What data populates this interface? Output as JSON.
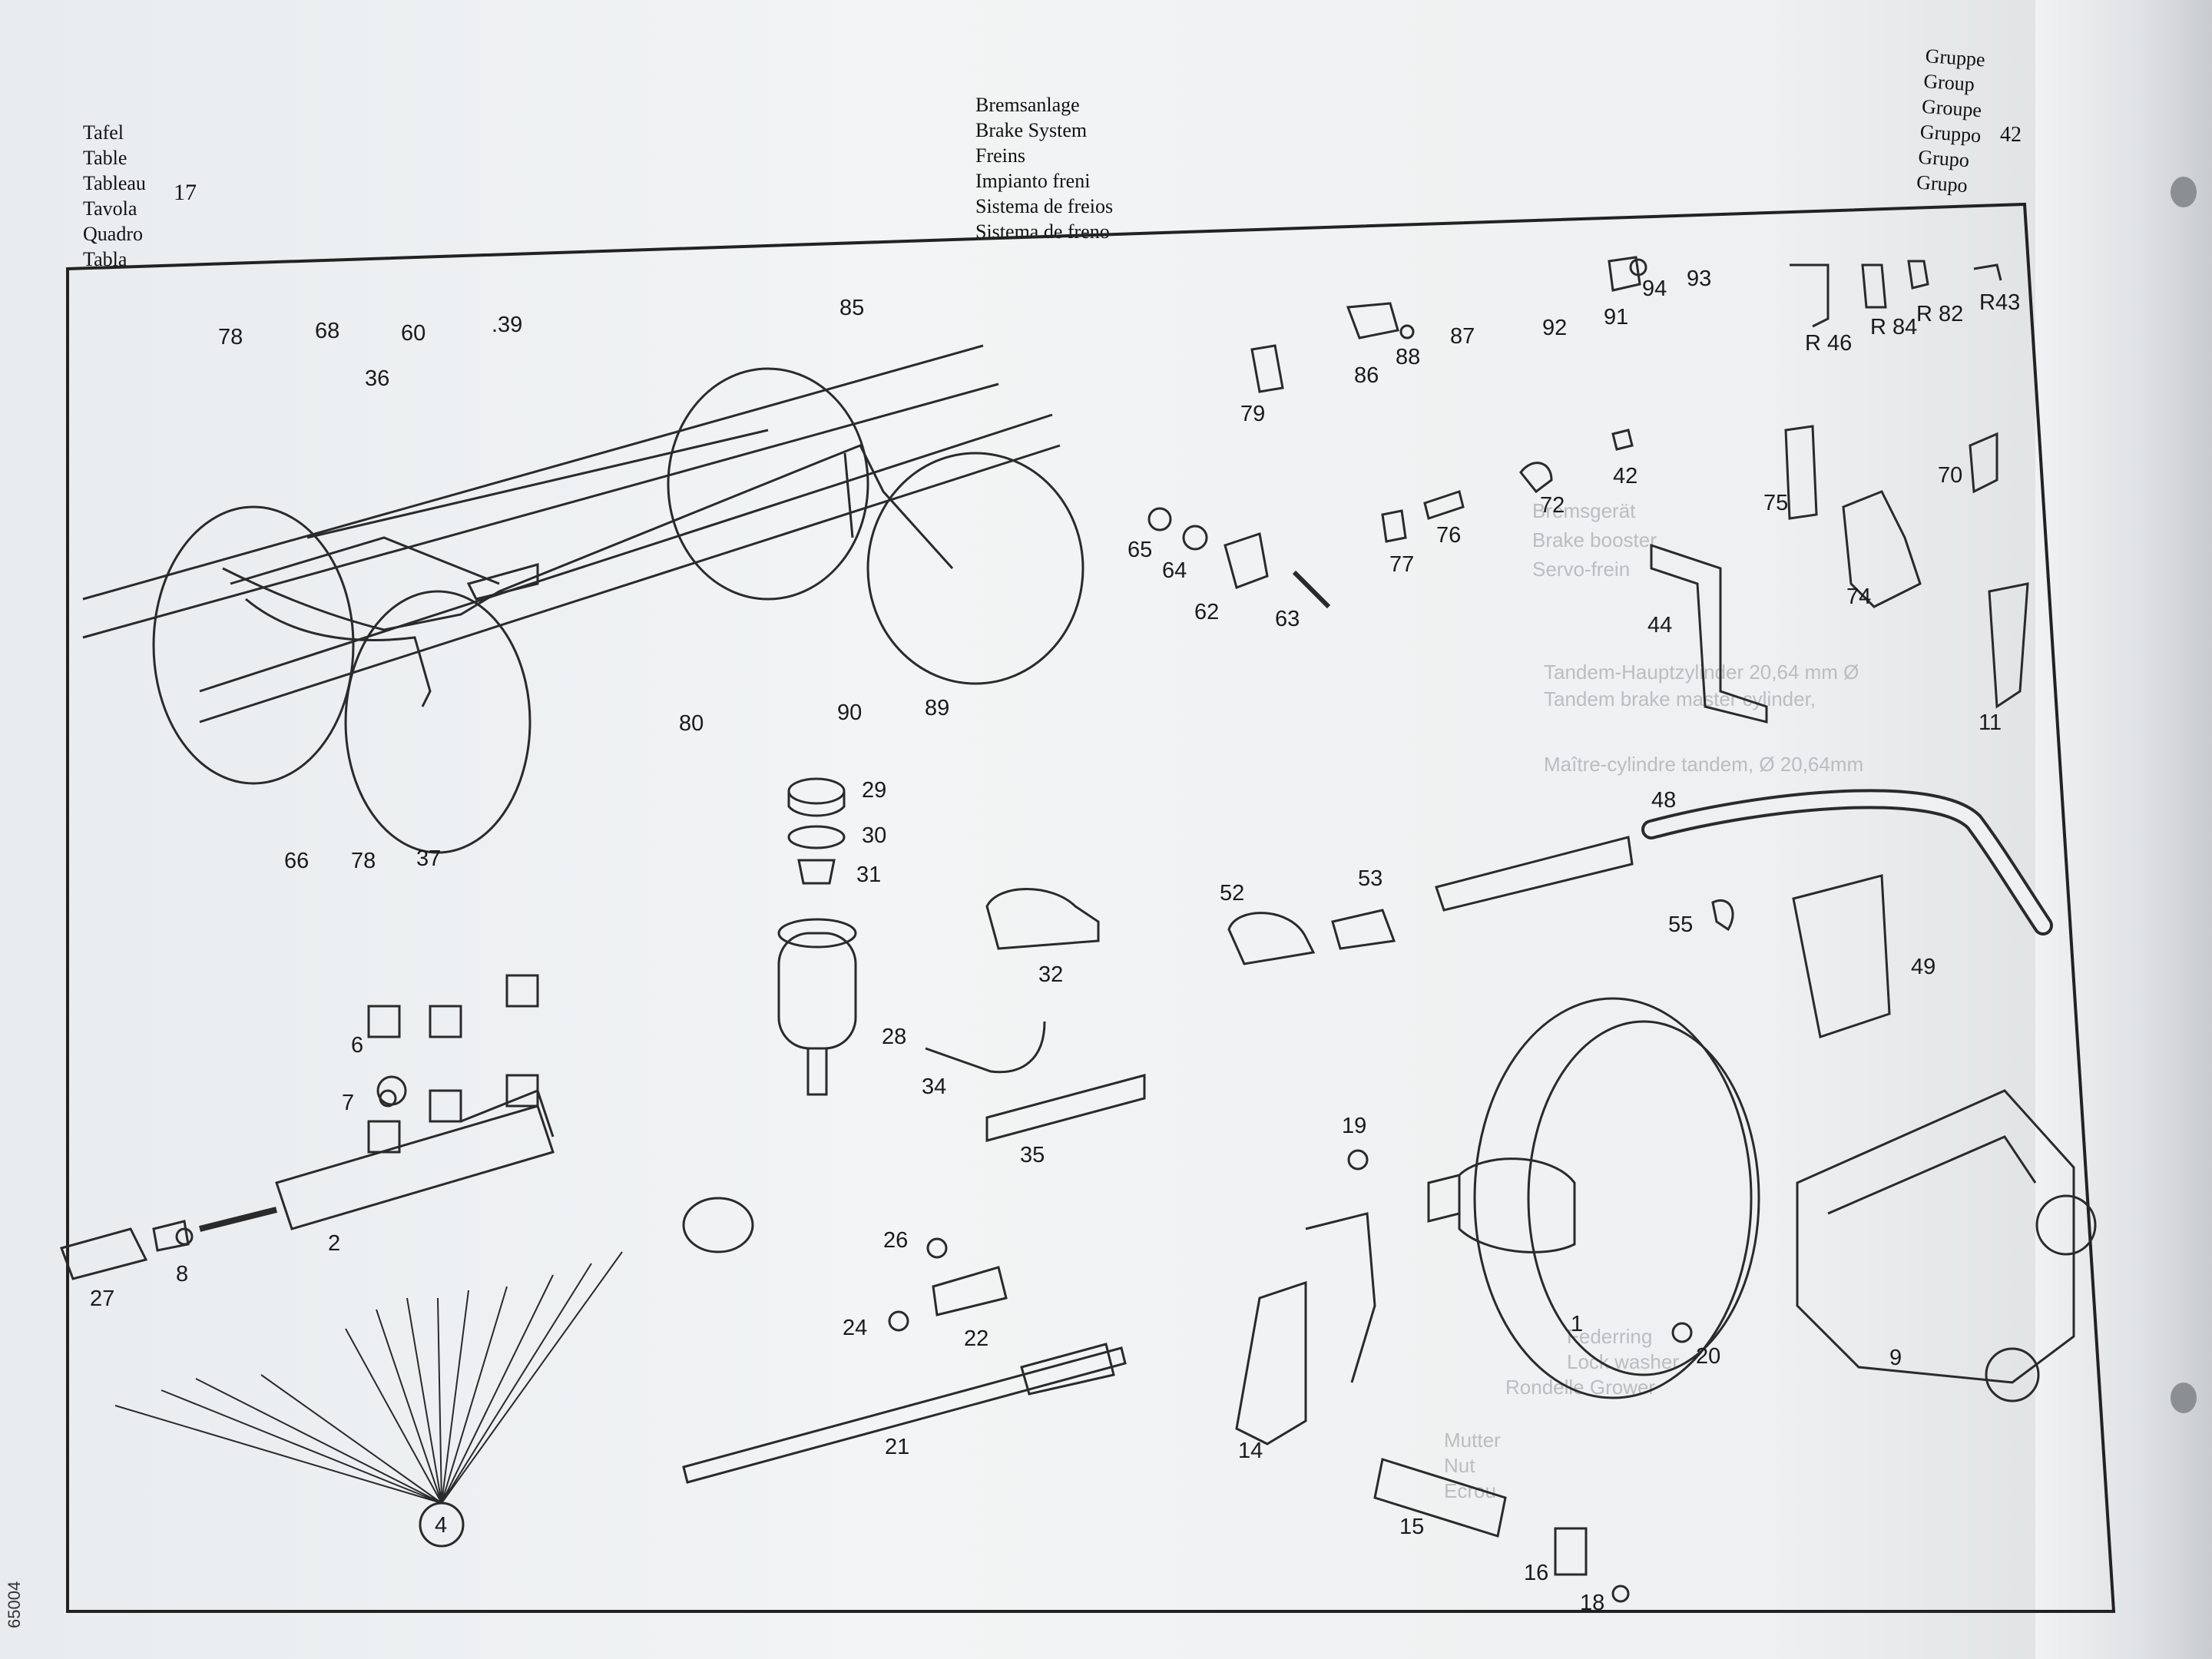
{
  "header": {
    "table_words": [
      "Tafel",
      "Table",
      "Tableau",
      "Tavola",
      "Quadro",
      "Tabla"
    ],
    "table_number": "17",
    "system_titles": [
      "Bremsanlage",
      "Brake System",
      "Freins",
      "Impianto freni",
      "Sistema de freios",
      "Sistema de freno"
    ],
    "group_words": [
      "Gruppe",
      "Group",
      "Groupe",
      "Gruppo",
      "Grupo",
      "Grupo"
    ],
    "group_number": "42"
  },
  "side_code": "65004",
  "part_labels": [
    "78",
    "68",
    "60",
    "36",
    ".39",
    "85",
    "66",
    "78",
    "37",
    "80",
    "90",
    "89",
    "79",
    "86",
    "88",
    "87",
    "94",
    "93",
    "91",
    "92",
    "R 46",
    "R 84",
    "R 82",
    "R43",
    "42",
    "72",
    "75",
    "70",
    "74",
    "65",
    "64",
    "62",
    "63",
    "77",
    "76",
    "44",
    "11",
    "29",
    "30",
    "31",
    "28",
    "32",
    "34",
    "35",
    "52",
    "53",
    "48",
    "55",
    "49",
    "6",
    "7",
    "2",
    "8",
    "27",
    "4",
    "26",
    "24",
    "22",
    "21",
    "19",
    "1",
    "20",
    "14",
    "15",
    "16",
    "18",
    "9"
  ],
  "ghost_text": [
    "Tandem-Hauptzylinder 20,64 mm Ø",
    "Tandem brake master cylinder,",
    "Maître-cylindre tandem, Ø 20,64mm",
    "Bremsgerät",
    "Brake booster",
    "Servo-frein",
    "Mutter",
    "Nut",
    "Ecrou",
    "Federring",
    "Lock washer",
    "Rondelle Grower"
  ]
}
